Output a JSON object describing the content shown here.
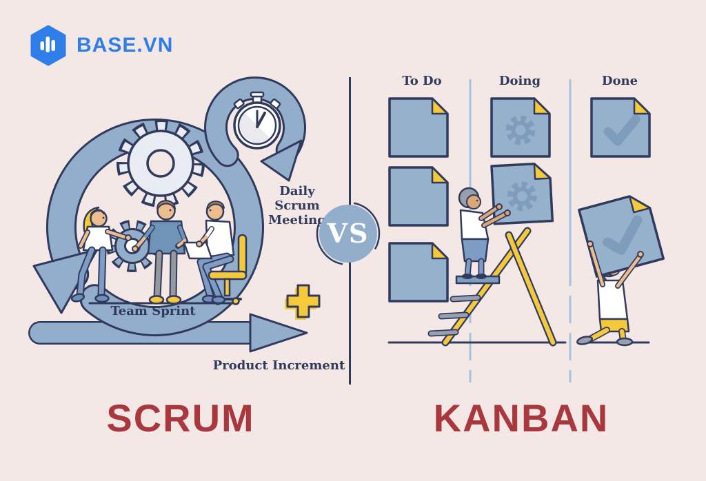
{
  "page": {
    "background": "#f4e8e6"
  },
  "logo": {
    "brand": "BASE.VN",
    "color": "#2e7de9",
    "icon": "hexagon-equalizer-icon"
  },
  "versus": {
    "label": "VS",
    "circle_color": "#92aeca",
    "text_color": "#ffffff"
  },
  "scrum": {
    "title": "SCRUM",
    "daily_meeting_label": "Daily Scrum Meeting",
    "team_sprint_label": "Team Sprint",
    "product_increment_label": "Product Increment",
    "icons": [
      "sprint-loop-arrow-icon",
      "stopwatch-icon",
      "gear-icon",
      "plus-icon",
      "team-of-three-people"
    ]
  },
  "kanban": {
    "title": "KANBAN",
    "columns": [
      {
        "label": "To Do",
        "cards": 3,
        "card_icon": "none"
      },
      {
        "label": "Doing",
        "cards": 2,
        "card_icon": "gear"
      },
      {
        "label": "Done",
        "cards": 2,
        "card_icon": "checkmark"
      }
    ],
    "scene": [
      "person-on-ladder-placing-card",
      "person-carrying-done-card"
    ]
  },
  "palette": {
    "bg": "#f4e8e6",
    "navy": "#313a5c",
    "steel": "#92aeca",
    "card": "#96b1cc",
    "cicon": "#7e9dbc",
    "gearlight": "#e9ecf2",
    "yellow": "#f5c93c",
    "red": "#a9383e",
    "logo": "#2e7de9",
    "divider": "#a5c3da",
    "shade": "#e9e9ef",
    "skin": "#edbd8d",
    "tan": "#dba777",
    "jean": "#7e9cc4",
    "shirt": "#6f94b8",
    "graypants": "#97979e",
    "hairgray": "#99a0ab",
    "hairbrown": "#a87e58",
    "shoe": "#6d8fba",
    "steelgray": "#97a0ae"
  }
}
